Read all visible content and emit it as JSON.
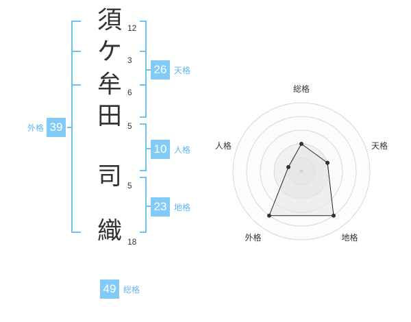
{
  "name_chars": [
    {
      "char": "須",
      "strokes": "12"
    },
    {
      "char": "ケ",
      "strokes": "3"
    },
    {
      "char": "牟",
      "strokes": "6"
    },
    {
      "char": "田",
      "strokes": "5"
    },
    {
      "char": "司",
      "strokes": "5"
    },
    {
      "char": "織",
      "strokes": "18"
    }
  ],
  "fortunes": {
    "tenkaku": {
      "value": "26",
      "label": "天格"
    },
    "jinkaku": {
      "value": "10",
      "label": "人格"
    },
    "chikaku": {
      "value": "23",
      "label": "地格"
    },
    "gaikaku": {
      "value": "39",
      "label": "外格"
    },
    "soukaku": {
      "value": "49",
      "label": "総格"
    }
  },
  "radar": {
    "labels": [
      "総格",
      "天格",
      "地格",
      "外格",
      "人格"
    ],
    "values": [
      2,
      2,
      4,
      4,
      1
    ],
    "max_level": 5
  },
  "colors": {
    "accent": "#82cbf7",
    "line": "#6ec0ef",
    "label": "#62b6ea"
  }
}
